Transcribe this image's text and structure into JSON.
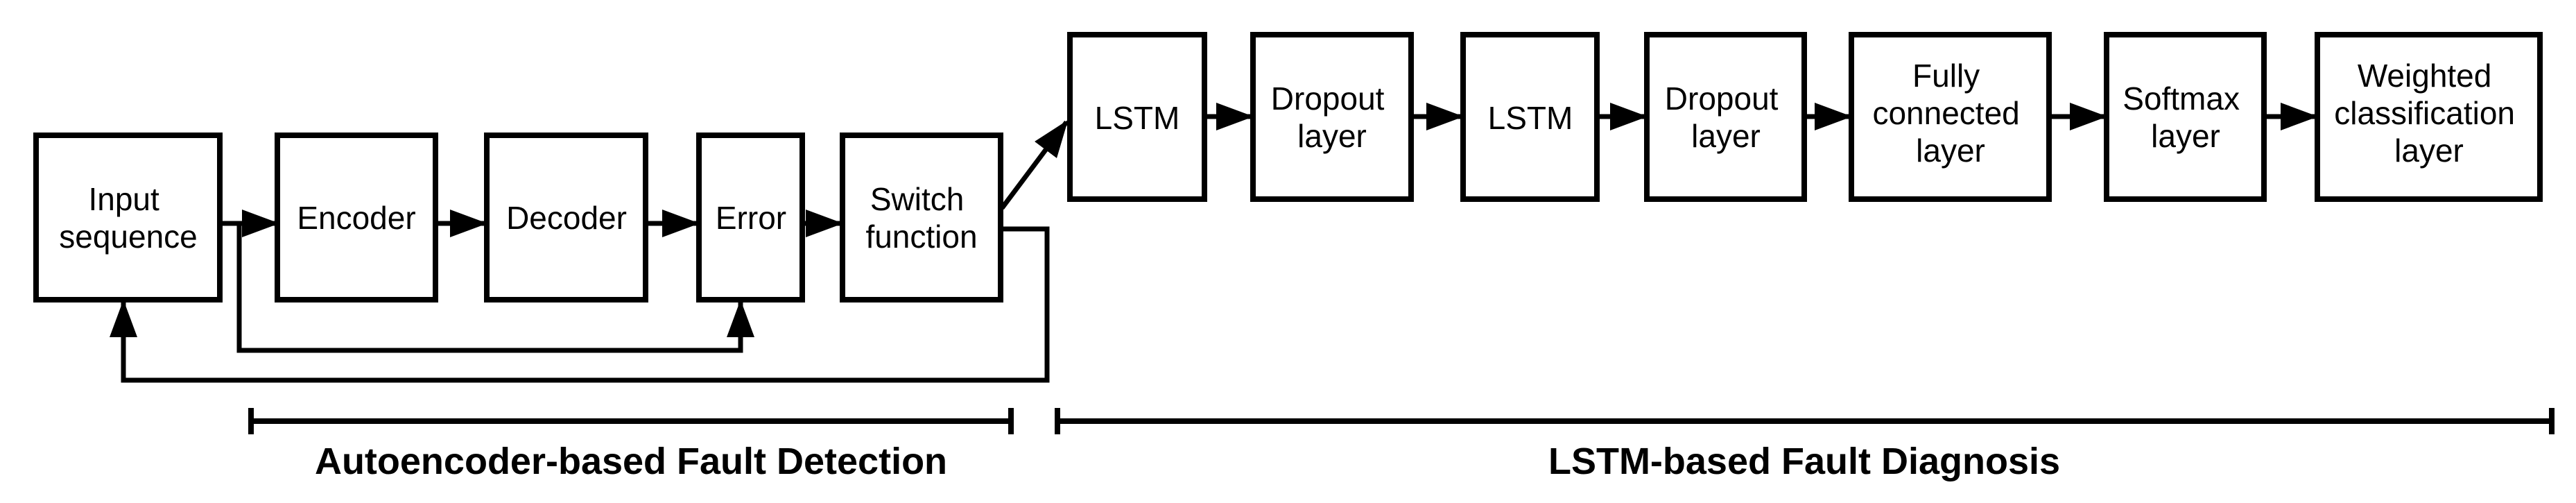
{
  "figure": {
    "type": "flowchart",
    "background_color": "#ffffff",
    "line_color": "#000000",
    "text_color": "#000000"
  },
  "boxes": [
    {
      "id": "input-sequence",
      "label": "Input sequence",
      "lines": [
        "Input",
        "sequence"
      ]
    },
    {
      "id": "encoder",
      "label": "Encoder",
      "lines": [
        "Encoder"
      ]
    },
    {
      "id": "decoder",
      "label": "Decoder",
      "lines": [
        "Decoder"
      ]
    },
    {
      "id": "error",
      "label": "Error",
      "lines": [
        "Error"
      ]
    },
    {
      "id": "switch-function",
      "label": "Switch function",
      "lines": [
        "Switch",
        "function"
      ]
    },
    {
      "id": "lstm-1",
      "label": "LSTM",
      "lines": [
        "LSTM"
      ]
    },
    {
      "id": "dropout-1",
      "label": "Dropout layer",
      "lines": [
        "Dropout",
        "layer"
      ]
    },
    {
      "id": "lstm-2",
      "label": "LSTM",
      "lines": [
        "LSTM"
      ]
    },
    {
      "id": "dropout-2",
      "label": "Dropout layer",
      "lines": [
        "Dropout",
        "layer"
      ]
    },
    {
      "id": "fully-connected",
      "label": "Fully connected layer",
      "lines": [
        "Fully",
        "connected",
        "layer"
      ]
    },
    {
      "id": "softmax",
      "label": "Softmax layer",
      "lines": [
        "Softmax",
        "layer"
      ]
    },
    {
      "id": "weighted-classification",
      "label": "Weighted classification layer",
      "lines": [
        "Weighted",
        "classification",
        "layer"
      ]
    }
  ],
  "sections": [
    {
      "id": "autoencoder-section",
      "label": "Autoencoder-based Fault Detection"
    },
    {
      "id": "lstm-section",
      "label": "LSTM-based Fault Diagnosis"
    }
  ],
  "flow": {
    "main_path": [
      "Input sequence",
      "Encoder",
      "Decoder",
      "Error",
      "Switch function",
      "LSTM",
      "Dropout layer",
      "LSTM",
      "Dropout layer",
      "Fully connected layer",
      "Softmax layer",
      "Weighted classification layer"
    ],
    "feedback_paths": [
      {
        "from": "Input sequence output",
        "to": "Error"
      },
      {
        "from": "Switch function",
        "to": "Input sequence"
      }
    ]
  }
}
